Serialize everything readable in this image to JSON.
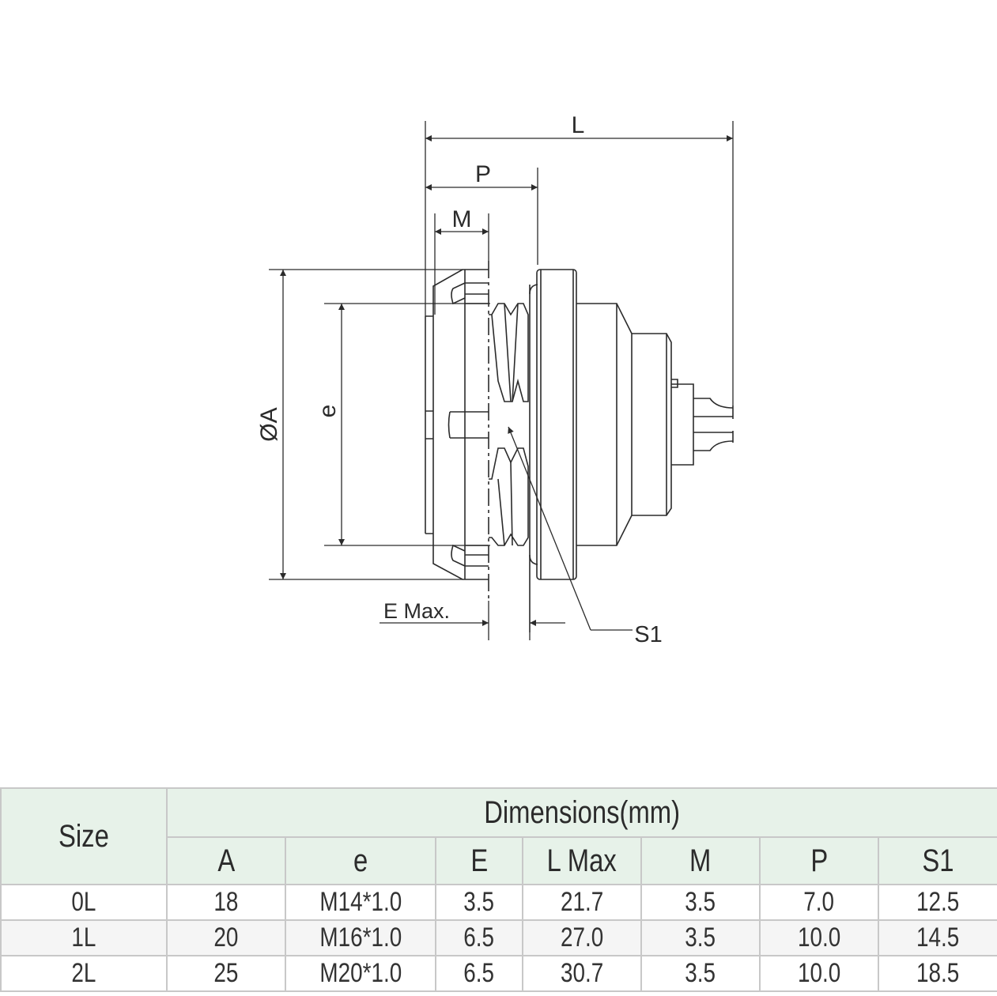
{
  "drawing": {
    "labels": {
      "L": "L",
      "P": "P",
      "M": "M",
      "A": "ØA",
      "e": "e",
      "E": "E Max.",
      "S1": "S1"
    }
  },
  "table": {
    "size_header": "Size",
    "group_header": "Dimensions(mm)",
    "columns": [
      "A",
      "e",
      "E",
      "L Max",
      "M",
      "P",
      "S1"
    ],
    "rows": [
      {
        "size": "0L",
        "values": [
          "18",
          "M14*1.0",
          "3.5",
          "21.7",
          "3.5",
          "7.0",
          "12.5"
        ]
      },
      {
        "size": "1L",
        "values": [
          "20",
          "M16*1.0",
          "6.5",
          "27.0",
          "3.5",
          "10.0",
          "14.5"
        ]
      },
      {
        "size": "2L",
        "values": [
          "25",
          "M20*1.0",
          "6.5",
          "30.7",
          "3.5",
          "10.0",
          "18.5"
        ]
      }
    ]
  },
  "colors": {
    "header_bg": "#e7f2e9",
    "line": "#2b2b2b"
  }
}
